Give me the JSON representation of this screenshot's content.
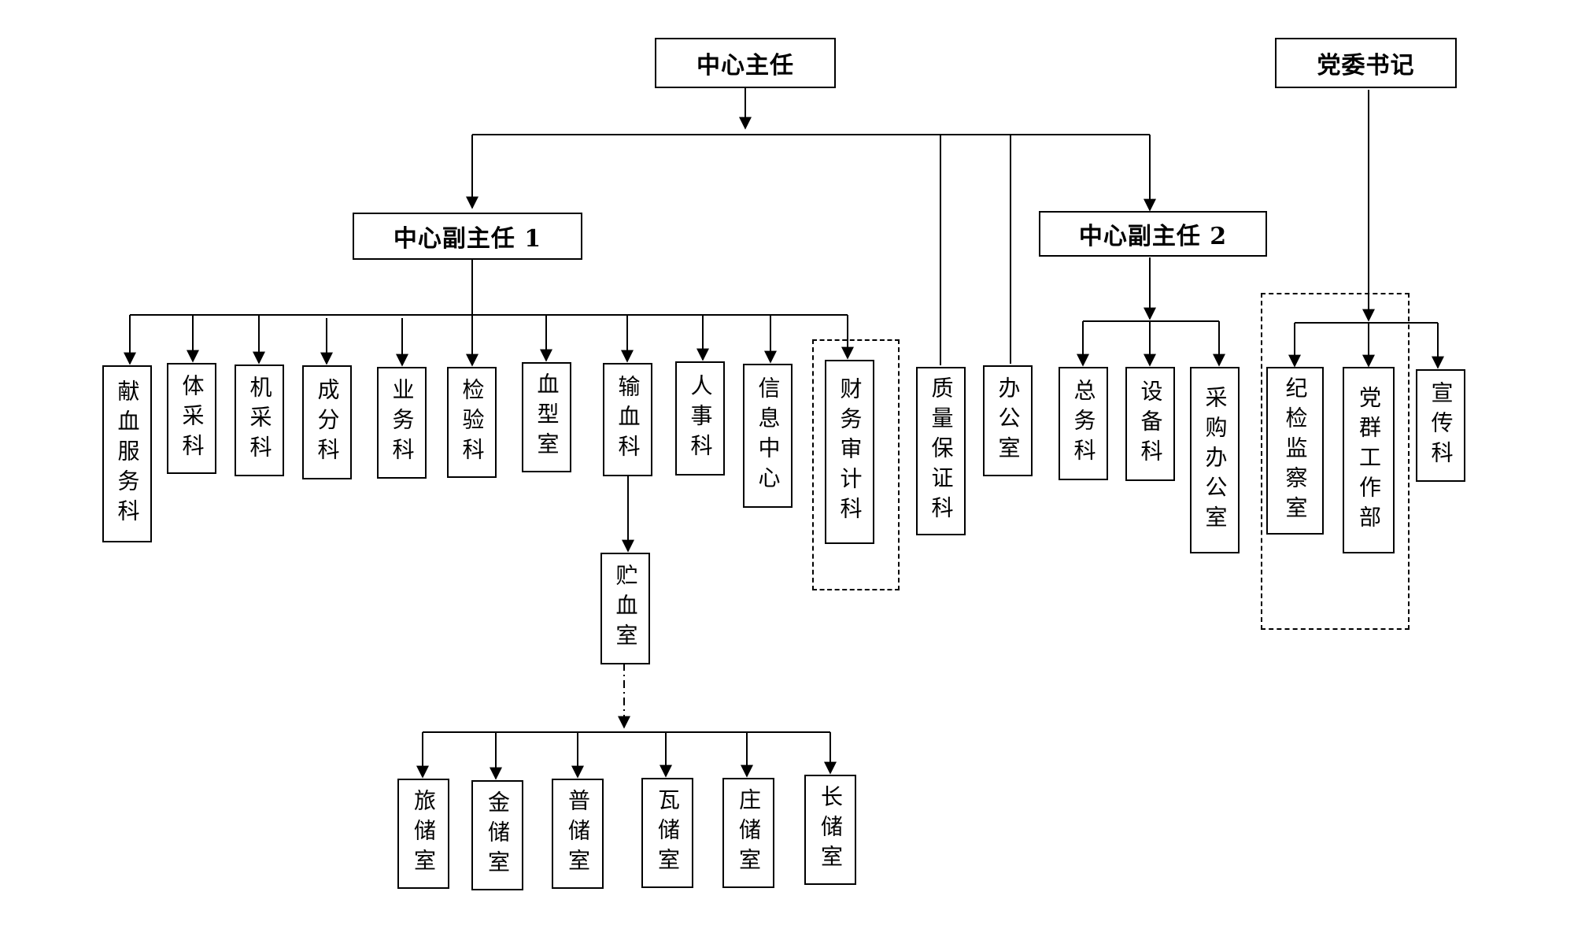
{
  "nodes": {
    "director": "中心主任",
    "party_secretary": "党委书记",
    "deputy1": "中心副主任 1",
    "deputy2": "中心副主任 2",
    "d1_blood_service": "献血服务科",
    "d1_body_collect": "体采科",
    "d1_machine_collect": "机采科",
    "d1_component": "成分科",
    "d1_business": "业务科",
    "d1_testing": "检验科",
    "d1_blood_type": "血型室",
    "d1_transfusion": "输血科",
    "d1_personnel": "人事科",
    "d1_info_center": "信息中心",
    "d1_finance_audit": "财务审计科",
    "quality_assurance": "质量保证科",
    "office": "办公室",
    "d2_general_affairs": "总务科",
    "d2_equipment": "设备科",
    "d2_procurement": "采购办公室",
    "p_discipline": "纪检监察室",
    "p_party_work": "党群工作部",
    "p_publicity": "宣传科",
    "blood_storage": "贮血室",
    "s_lv": "旅储室",
    "s_jin": "金储室",
    "s_pu": "普储室",
    "s_wa": "瓦储室",
    "s_zhuang": "庄储室",
    "s_chang": "长储室"
  }
}
